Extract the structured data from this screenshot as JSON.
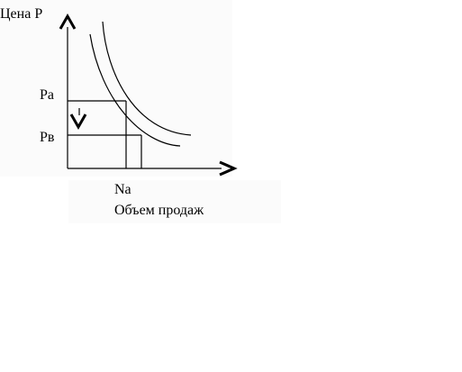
{
  "diagram": {
    "y_axis_label": "Цена P",
    "price_a_label": "Pа",
    "price_b_label": "Pв",
    "quantity_a_label": "Nа",
    "x_axis_label": "Объем продаж",
    "colors": {
      "line": "#000000",
      "panel": "#fbfbfb"
    },
    "icons": [
      "arrow-up-icon",
      "arrow-right-icon",
      "arrow-down-icon"
    ]
  }
}
